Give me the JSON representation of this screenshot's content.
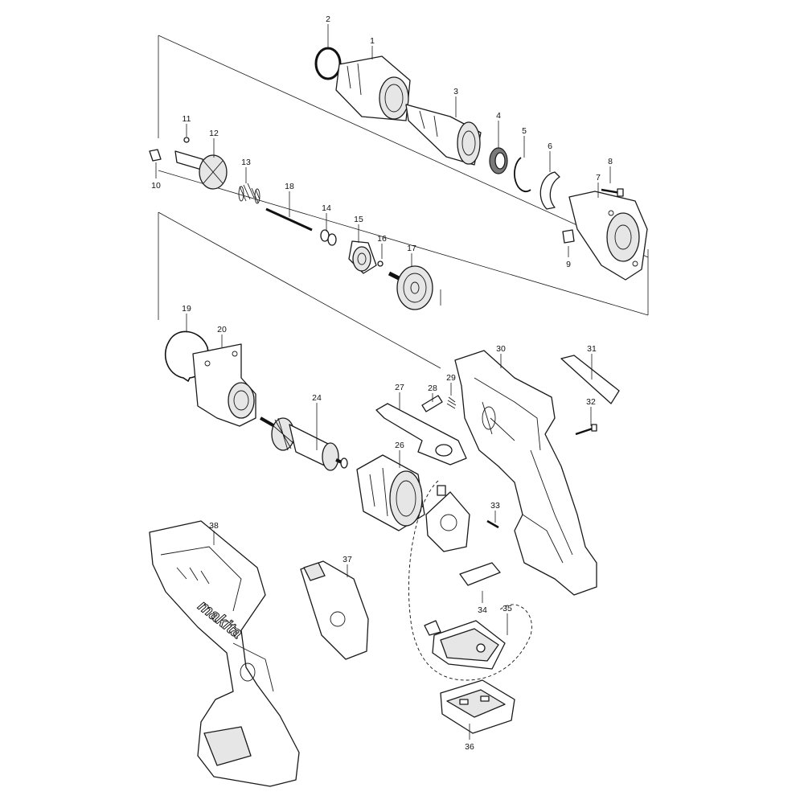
{
  "diagram": {
    "brand_logo": "makita",
    "part_labels": [
      "1",
      "2",
      "3",
      "4",
      "5",
      "6",
      "7",
      "8",
      "9",
      "10",
      "11",
      "12",
      "13",
      "14",
      "15",
      "16",
      "17",
      "18",
      "19",
      "20",
      "24",
      "26",
      "27",
      "28",
      "29",
      "30",
      "31",
      "32",
      "33",
      "34",
      "35",
      "36",
      "37",
      "38"
    ]
  }
}
